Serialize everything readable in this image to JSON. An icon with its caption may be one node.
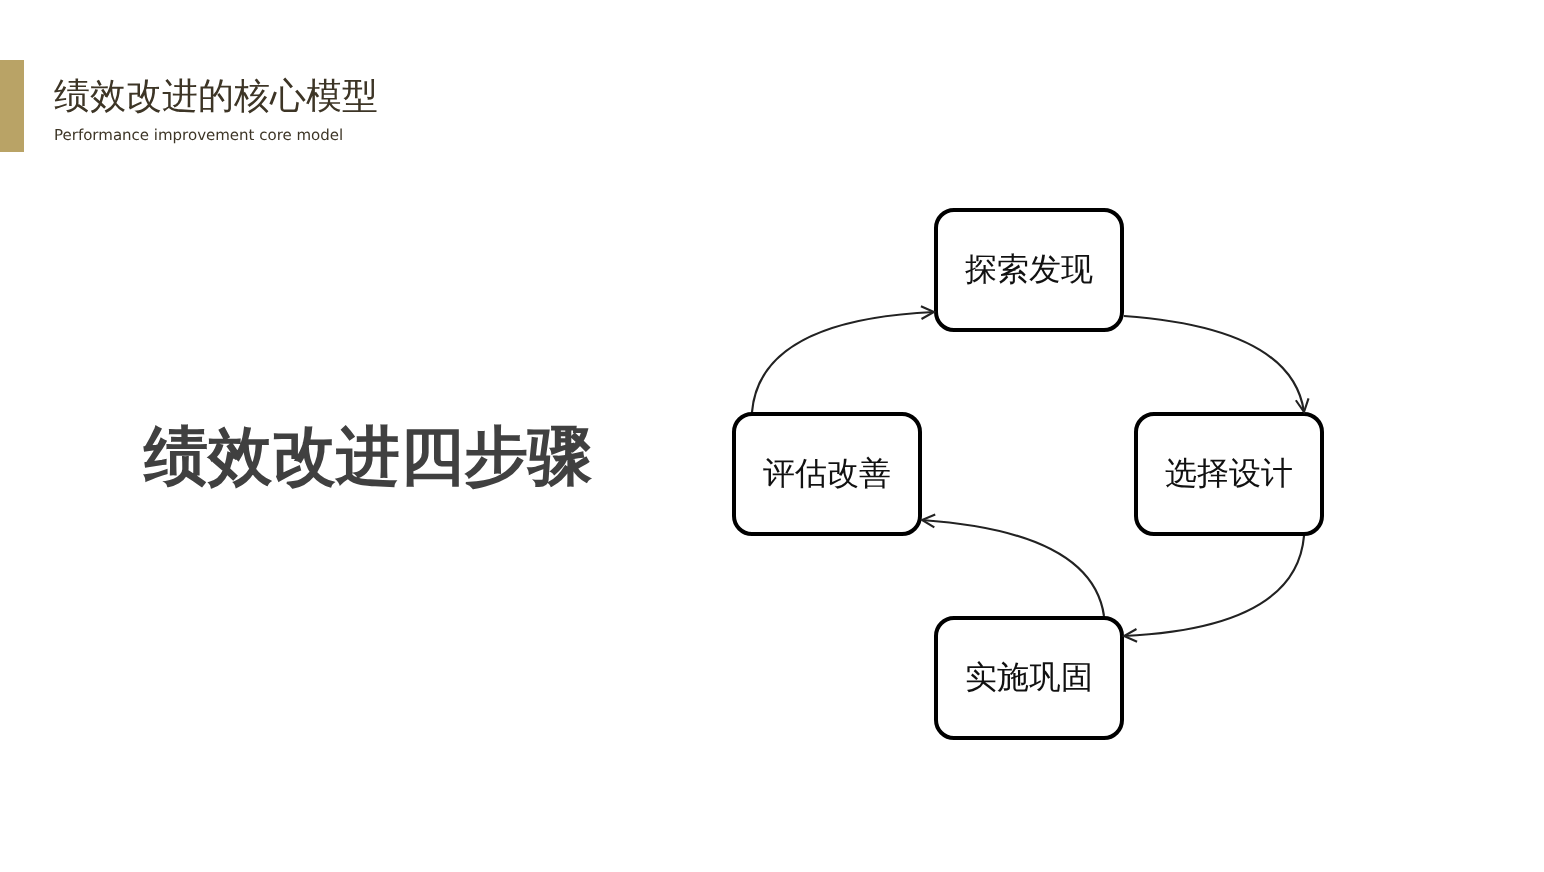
{
  "diagram": {
    "title": "绩效改进的核心模型",
    "nodes": [
      {
        "text": [
          "探索发现"
        ]
      },
      {
        "text": [
          "选择设计"
        ]
      },
      {
        "text": [
          "实施巩固"
        ]
      },
      {
        "text": [
          "评估改善"
        ]
      }
    ],
    "edges": [
      {
        "from": 0,
        "to": 1,
        "arrow": "to"
      },
      {
        "from": 1,
        "to": 2,
        "arrow": "to"
      },
      {
        "from": 2,
        "to": 3,
        "arrow": "to"
      },
      {
        "from": 3,
        "to": 0,
        "arrow": "to"
      }
    ],
    "labels": [
      "Performance improvement core model",
      "绩效改进四步骤"
    ]
  }
}
